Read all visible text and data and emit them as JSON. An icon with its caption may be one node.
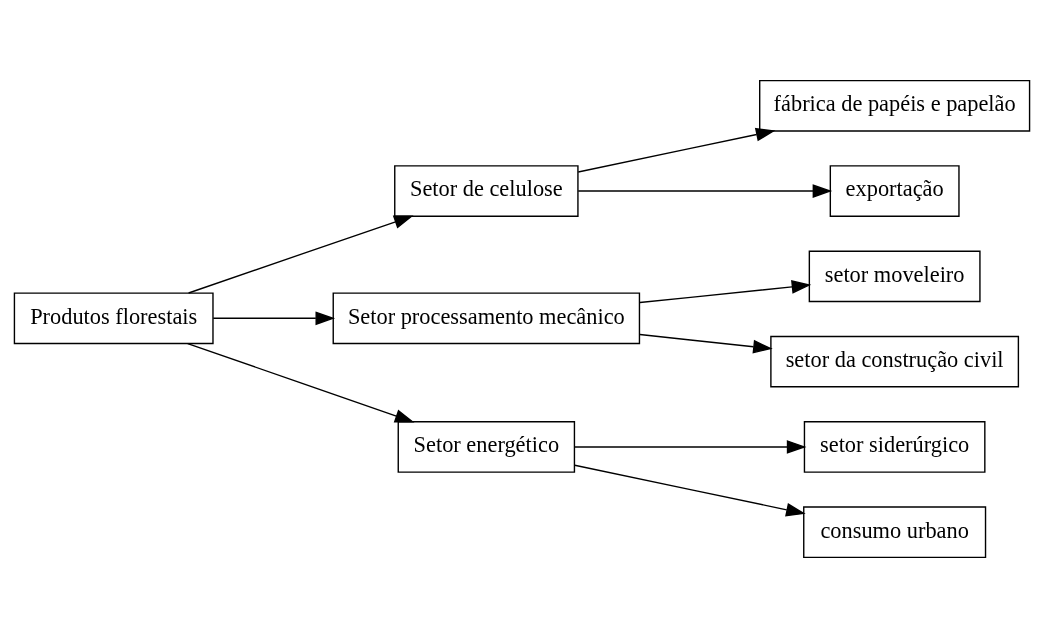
{
  "diagram": {
    "nodes": [
      {
        "text": [
          "Produtos florestais"
        ]
      },
      {
        "text": [
          "Setor de celulose"
        ]
      },
      {
        "text": [
          "Setor processamento mecânico"
        ]
      },
      {
        "text": [
          "Setor energético"
        ]
      },
      {
        "text": [
          "fábrica de papéis e papelão"
        ]
      },
      {
        "text": [
          "exportação"
        ]
      },
      {
        "text": [
          "setor moveleiro"
        ]
      },
      {
        "text": [
          "setor da construção civil"
        ]
      },
      {
        "text": [
          "setor siderúrgico"
        ]
      },
      {
        "text": [
          "consumo urbano"
        ]
      }
    ],
    "edges": [
      {
        "from": 0,
        "to": 1,
        "arrow": "to"
      },
      {
        "from": 0,
        "to": 2,
        "arrow": "to"
      },
      {
        "from": 0,
        "to": 3,
        "arrow": "to"
      },
      {
        "from": 1,
        "to": 4,
        "arrow": "to"
      },
      {
        "from": 1,
        "to": 5,
        "arrow": "to"
      },
      {
        "from": 2,
        "to": 6,
        "arrow": "to"
      },
      {
        "from": 2,
        "to": 7,
        "arrow": "to"
      },
      {
        "from": 3,
        "to": 8,
        "arrow": "to"
      },
      {
        "from": 3,
        "to": 9,
        "arrow": "to"
      }
    ]
  }
}
